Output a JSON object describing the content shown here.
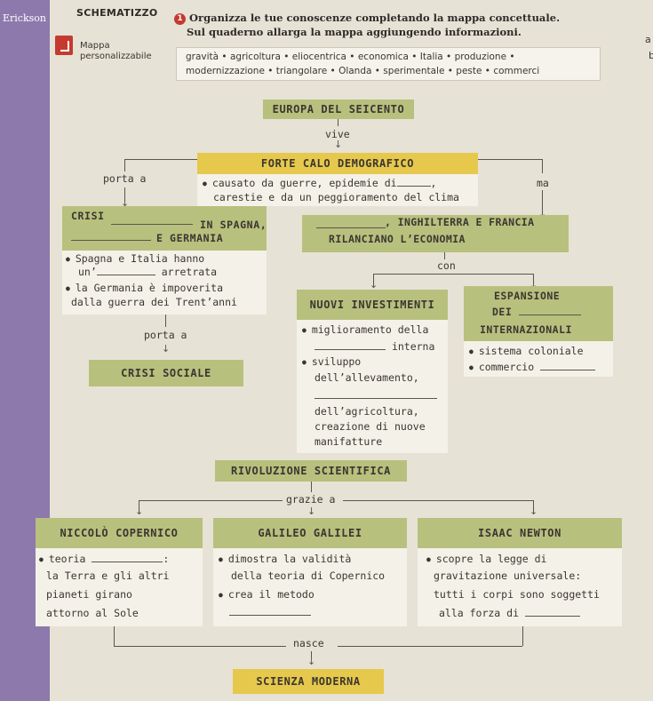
{
  "sidebar": {
    "brand": "Erickson"
  },
  "header": {
    "tab": "SCHEMATIZZO",
    "exercise_number": "1",
    "instruction_line1": "Organizza le tue conoscenze completando la mappa concettuale.",
    "instruction_line2": "Sul quaderno allarga la mappa aggiungendo informazioni.",
    "mappa_line1": "Mappa",
    "mappa_line2": "personalizzabile",
    "margin_a": "a",
    "margin_b": "b"
  },
  "word_bank": {
    "line1": "gravità • agricoltura • eliocentrica • economica • Italia • produzione •",
    "line2": "modernizzazione • triangolare • Olanda • sperimentale • peste • commerci"
  },
  "map": {
    "root": "EUROPA DEL SEICENTO",
    "vive": "vive",
    "crisis": "FORTE CALO DEMOGRAFICO",
    "crisis_b1": "causato da guerre, epidemie di",
    "crisis_b1_end": ",",
    "crisis_b2": "carestie e da un peggioramento del clima",
    "porta_a": "porta a",
    "ma": "ma",
    "crisi_label": "CRISI",
    "crisi_spagna": "IN SPAGNA,",
    "crisi_germania": "E GERMANIA",
    "crisi_b1_l1": "Spagna e Italia hanno",
    "crisi_b1_l2a": "un’",
    "crisi_b1_l2b": "arretrata",
    "crisi_b2_l1": "la Germania è impoverita",
    "crisi_b2_l2": "dalla guerra dei Trent’anni",
    "porta_a_2": "porta a",
    "crisi_sociale": "CRISI SOCIALE",
    "rilancio_l1": ", INGHILTERRA E FRANCIA",
    "rilancio_l2": "RILANCIANO L’ECONOMIA",
    "con": "con",
    "nuovi": "NUOVI INVESTIMENTI",
    "nuovi_b1_l1": "miglioramento della",
    "nuovi_b1_l2": "interna",
    "nuovi_b2_l1": "sviluppo",
    "nuovi_b2_l2": "dell’allevamento,",
    "nuovi_b2_l4": "dell’agricoltura,",
    "nuovi_b2_l5": "creazione di nuove",
    "nuovi_b2_l6": "manifatture",
    "espansione_l1": "ESPANSIONE",
    "espansione_l2": "DEI",
    "internazionali": "INTERNAZIONALI",
    "esp_b1": "sistema coloniale",
    "esp_b2": "commercio",
    "rivoluzione": "RIVOLUZIONE SCIENTIFICA",
    "grazie_a": "grazie a",
    "copernico": "NICCOLÒ COPERNICO",
    "galilei": "GALILEO GALILEI",
    "newton": "ISAAC NEWTON",
    "cop_l1a": "teoria",
    "cop_l1b": ":",
    "cop_l2": "la Terra e gli altri",
    "cop_l3": "pianeti girano",
    "cop_l4": "attorno al Sole",
    "gal_l1": "dimostra la validità",
    "gal_l2": "della teoria di Copernico",
    "gal_l3": "crea il metodo",
    "new_l1": "scopre la legge di",
    "new_l2": "gravitazione universale:",
    "new_l3": "tutti i corpi sono soggetti",
    "new_l4": "alla forza di",
    "nasce": "nasce",
    "scienza": "SCIENZA MODERNA"
  }
}
